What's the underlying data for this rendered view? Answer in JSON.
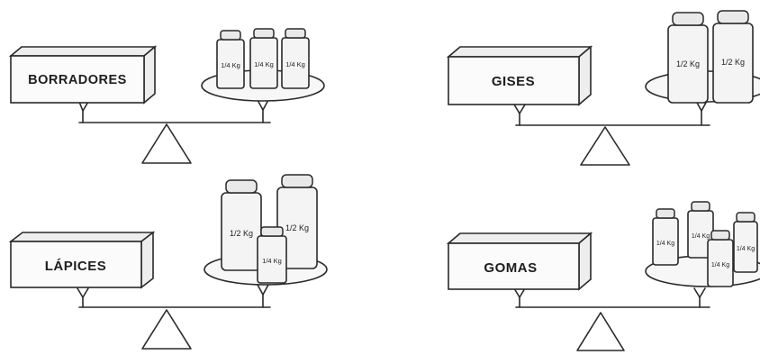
{
  "scales": [
    {
      "item": "BORRADORES",
      "weights": [
        "1/4 Kg",
        "1/4 Kg",
        "1/4 Kg"
      ]
    },
    {
      "item": "GISES",
      "weights": [
        "1/2 Kg",
        "1/2 Kg"
      ]
    },
    {
      "item": "LÁPICES",
      "weights": [
        "1/2 Kg",
        "1/2 Kg",
        "1/4 Kg"
      ]
    },
    {
      "item": "GOMAS",
      "weights": [
        "1/4 Kg",
        "1/4 Kg",
        "1/4 Kg",
        "1/4 Kg"
      ]
    }
  ]
}
